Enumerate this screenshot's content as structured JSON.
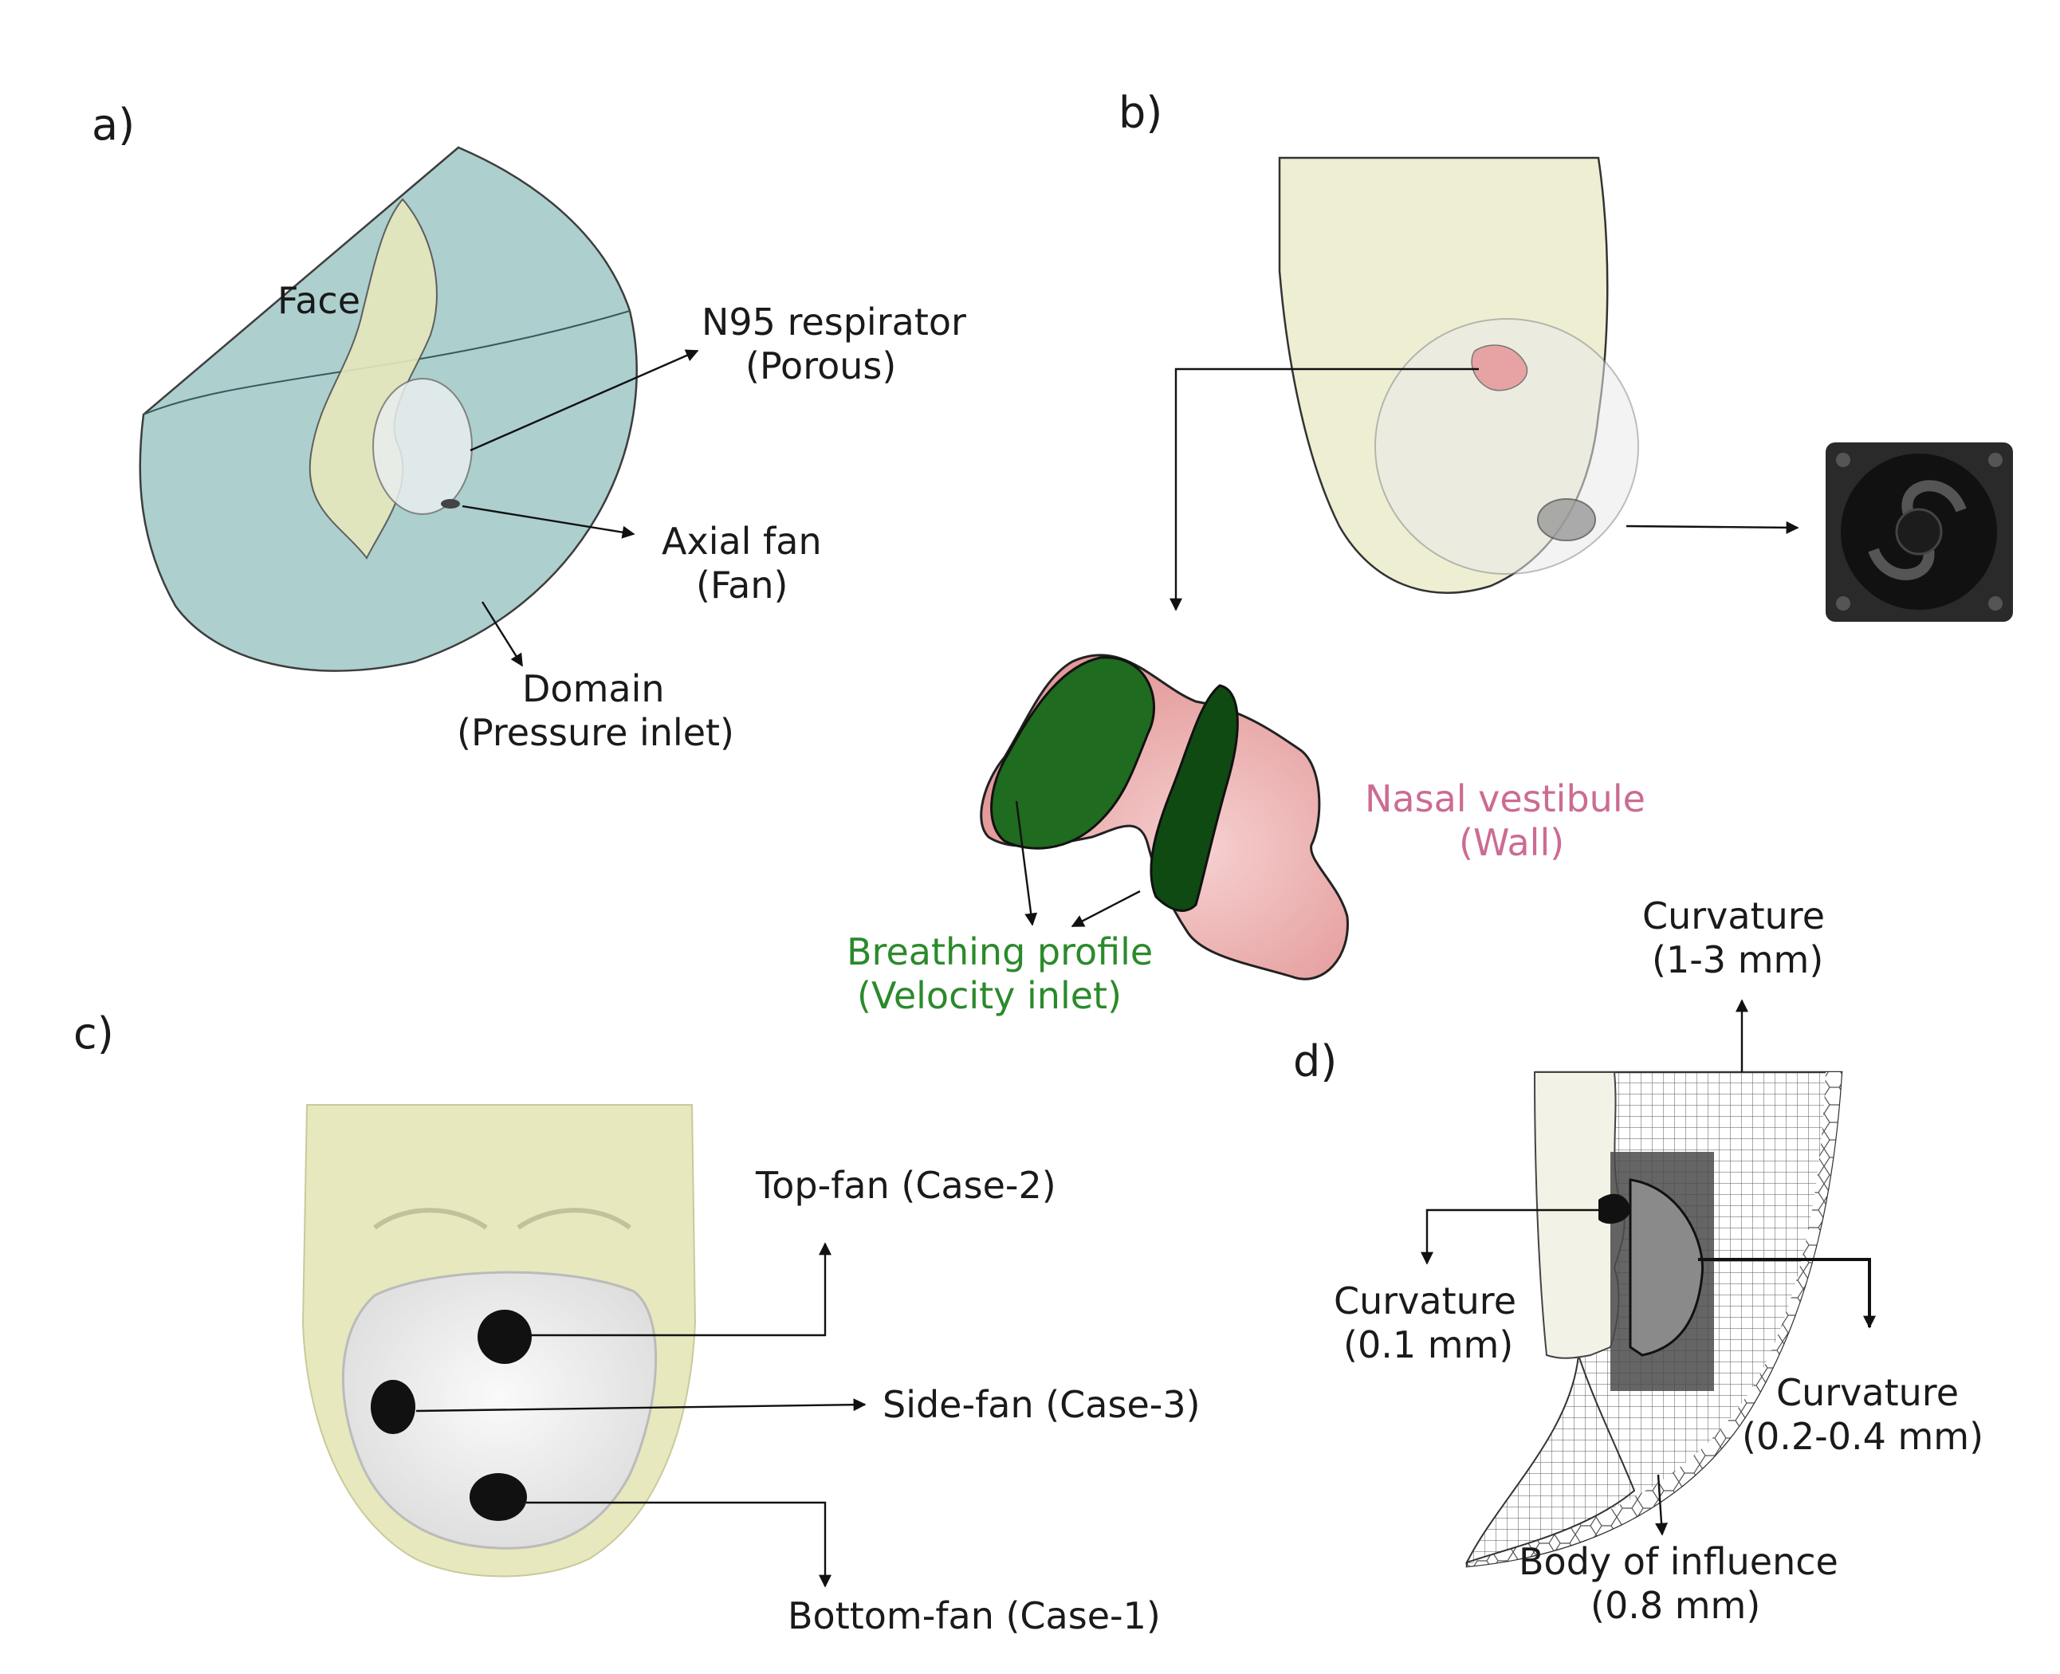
{
  "panels": {
    "a": {
      "letter": "a)",
      "face": "Face",
      "respirator_line1": "N95 respirator",
      "respirator_line2": "(Porous)",
      "fan_line1": "Axial fan",
      "fan_line2": "(Fan)",
      "domain_line1": "Domain",
      "domain_line2": "(Pressure inlet)"
    },
    "b": {
      "letter": "b)",
      "nasal_line1": "Nasal vestibule",
      "nasal_line2": "(Wall)",
      "breathing_line1": "Breathing profile",
      "breathing_line2": "(Velocity inlet)"
    },
    "c": {
      "letter": "c)",
      "top_fan": "Top-fan (Case-2)",
      "side_fan": "Side-fan (Case-3)",
      "bottom_fan": "Bottom-fan (Case-1)"
    },
    "d": {
      "letter": "d)",
      "curv_top_line1": "Curvature",
      "curv_top_line2": "(1-3 mm)",
      "curv_left_line1": "Curvature",
      "curv_left_line2": "(0.1 mm)",
      "curv_right_line1": "Curvature",
      "curv_right_line2": "(0.2-0.4 mm)",
      "boi_line1": "Body of influence",
      "boi_line2": "(0.8 mm)"
    }
  },
  "colors": {
    "domain_teal": "#a9cdcc",
    "face_yellow": "#e7e8bd",
    "nasal_pink": "#e7a3a3",
    "nasal_text": "#cc6b93",
    "breathing_green": "#1f6b1f",
    "breathing_text": "#2b8a2b",
    "mask_white": "#eeeeee",
    "fan_dark": "#2a2a2a"
  }
}
